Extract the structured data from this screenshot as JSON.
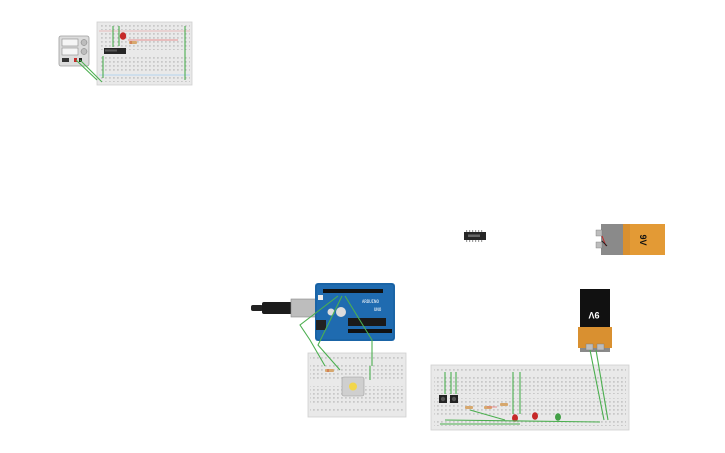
{
  "canvas": {
    "background": "#ffffff",
    "accent_wire": "#4caf50",
    "arduino_color": "#1f6bb0",
    "breadboard_color": "#ececec"
  },
  "components": {
    "arduino": {
      "board_text": "UNO",
      "brand_text": "ARDUINO"
    },
    "battery_top": {
      "label": "9V"
    },
    "battery_bottom": {
      "label": "9V"
    },
    "power_supply": {
      "icon": "power-supply-icon"
    },
    "ic_chip": {
      "icon": "ic-chip-icon"
    },
    "usb_cable": {
      "icon": "usb-cable-icon"
    }
  }
}
